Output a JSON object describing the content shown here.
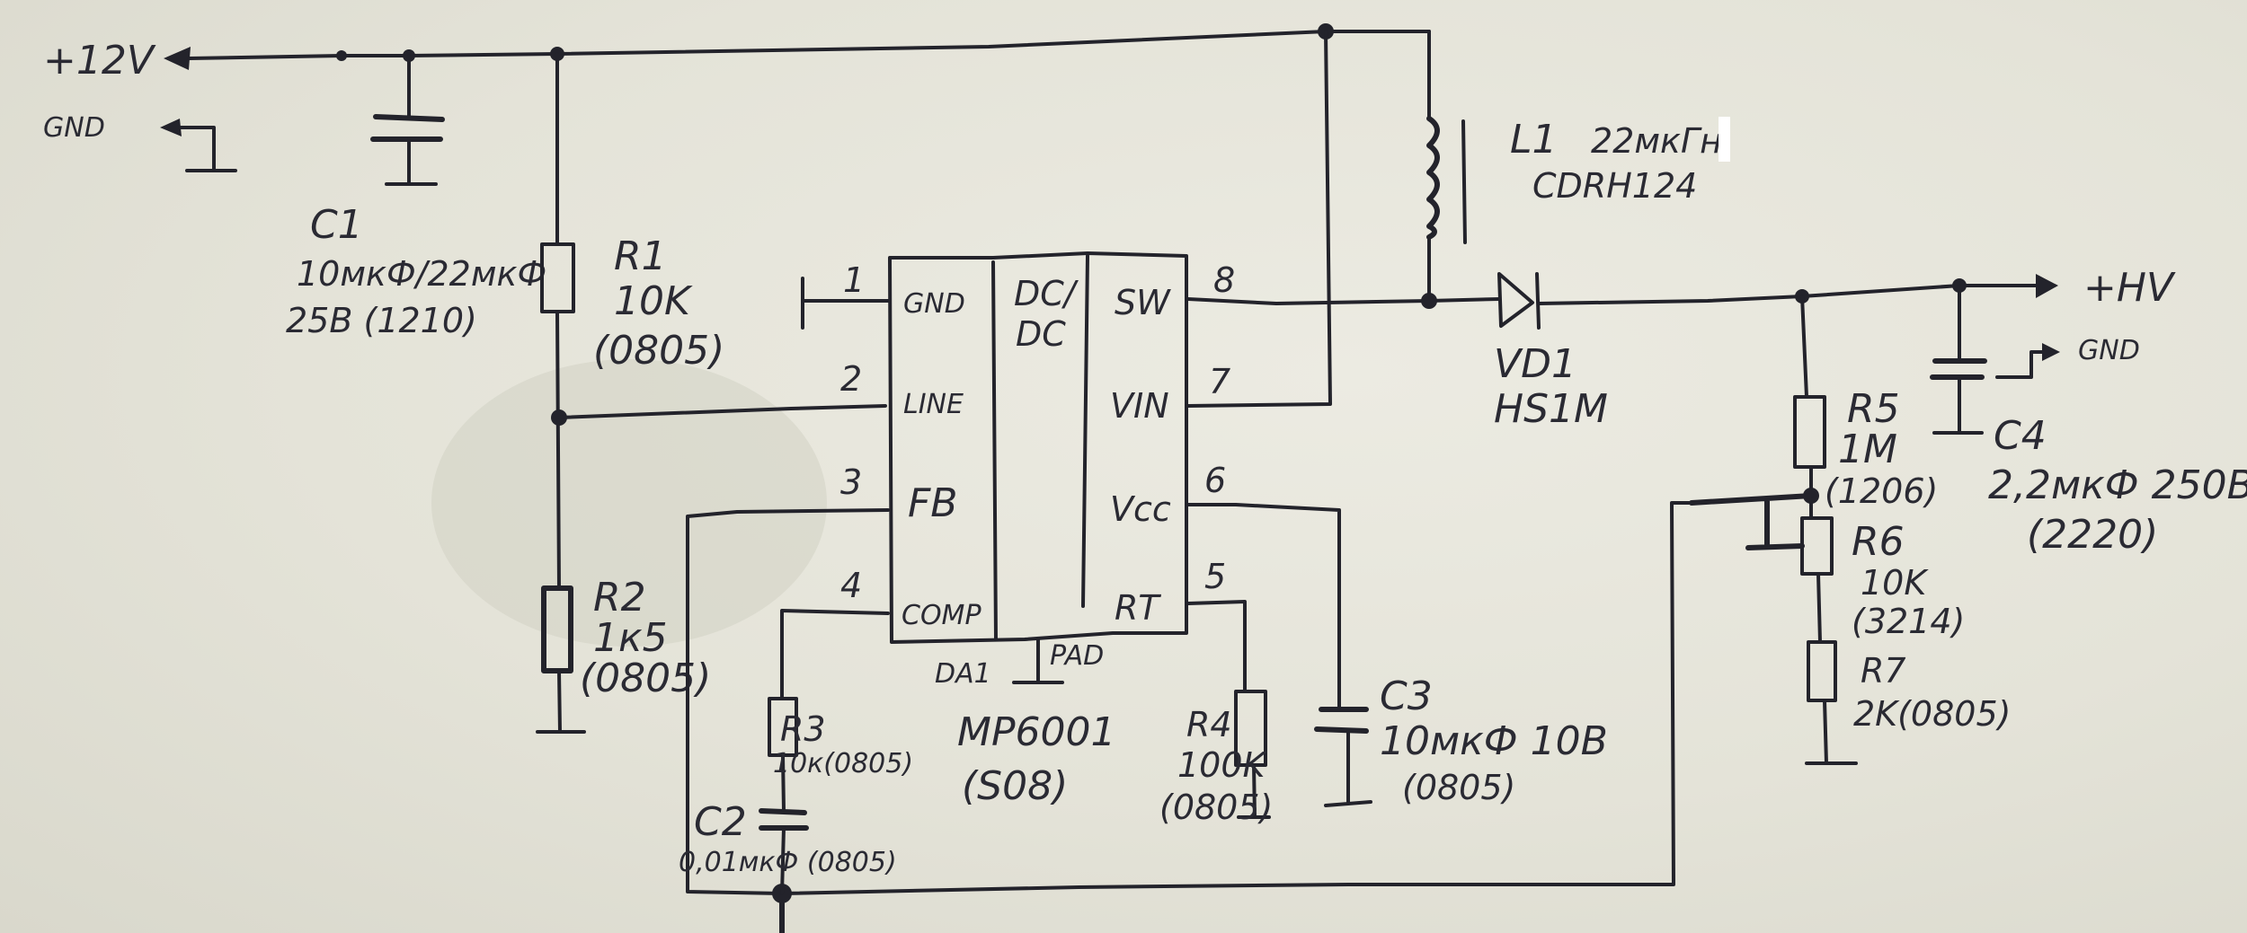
{
  "title": "Hand-drawn boost converter schematic (MP6001)",
  "colors": {
    "paper": "#e6e5da",
    "ink": "#23232b"
  },
  "nets": {
    "vin_label": "+12V",
    "gnd_in_label": "GND",
    "hv_label": "+HV",
    "gnd_out_label": "GND"
  },
  "ic": {
    "ref": "DA1",
    "part": "MP6001",
    "package": "(S08)",
    "core_label_line1": "DC/",
    "core_label_line2": "DC",
    "pad_label": "PAD",
    "pins_left": [
      {
        "num": "1",
        "name": "GND"
      },
      {
        "num": "2",
        "name": "LINE"
      },
      {
        "num": "3",
        "name": "FB"
      },
      {
        "num": "4",
        "name": "COMP"
      }
    ],
    "pins_right": [
      {
        "num": "8",
        "name": "SW"
      },
      {
        "num": "7",
        "name": "VIN"
      },
      {
        "num": "6",
        "name": "Vcc"
      },
      {
        "num": "5",
        "name": "RT"
      }
    ]
  },
  "components": {
    "C1": {
      "ref": "C1",
      "value": "10мкФ/22мкФ",
      "spec": "25В (1210)"
    },
    "R1": {
      "ref": "R1",
      "value": "10K",
      "package": "(0805)"
    },
    "R2": {
      "ref": "R2",
      "value": "1к5",
      "package": "(0805)"
    },
    "R3": {
      "ref": "R3",
      "value": "10к(0805)"
    },
    "C2": {
      "ref": "C2",
      "value": "0,01мкФ (0805)"
    },
    "R4": {
      "ref": "R4",
      "value": "100K",
      "package": "(0805)"
    },
    "C3": {
      "ref": "C3",
      "value": "10мкФ 10В",
      "package": "(0805)"
    },
    "L1": {
      "ref": "L1",
      "value": "22мкГн",
      "part": "CDRH124"
    },
    "VD1": {
      "ref": "VD1",
      "part": "HS1M"
    },
    "R5": {
      "ref": "R5",
      "value": "1M",
      "package": "(1206)"
    },
    "R6": {
      "ref": "R6",
      "value": "10K",
      "package": "(3214)"
    },
    "R7": {
      "ref": "R7",
      "value": "2K(0805)"
    },
    "C4": {
      "ref": "C4",
      "value": "2,2мкФ 250В",
      "package": "(2220)"
    }
  }
}
